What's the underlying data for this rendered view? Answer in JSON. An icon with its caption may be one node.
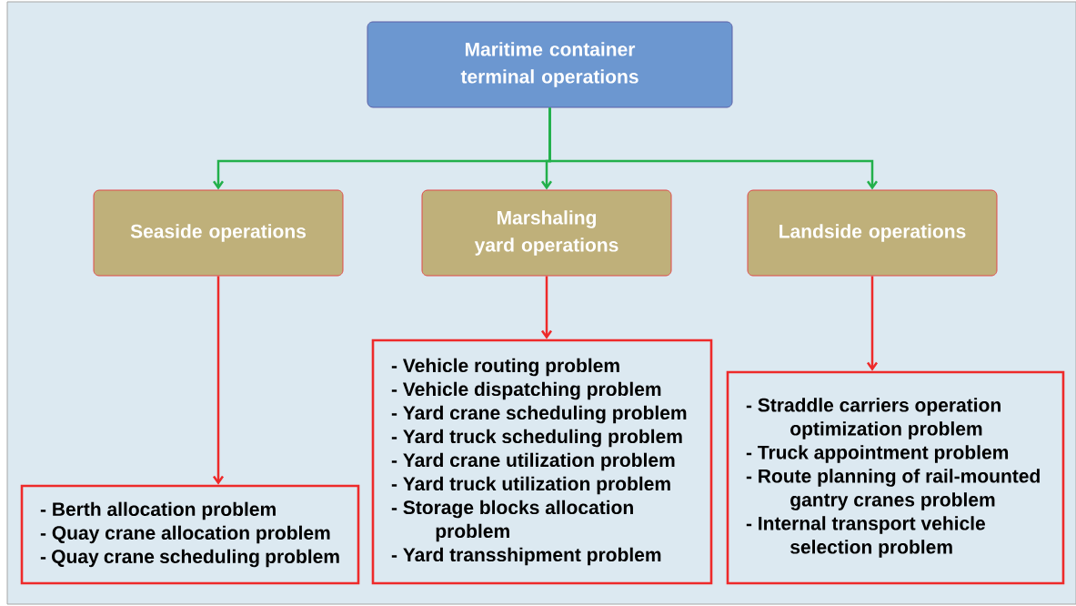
{
  "diagram": {
    "nodes": [
      {
        "text": [
          "Maritime container terminal operations"
        ]
      },
      {
        "text": [
          "Seaside operations"
        ]
      },
      {
        "text": [
          "Marshaling yard operations"
        ]
      },
      {
        "text": [
          "Landside operations"
        ]
      },
      {
        "text": [
          "- Berth allocation problem",
          "- Quay crane allocation problem",
          "- Quay crane scheduling problem"
        ]
      },
      {
        "text": [
          "- Vehicle routing problem",
          "- Vehicle dispatching problem",
          "- Yard crane scheduling problem",
          "- Yard truck scheduling problem",
          "- Yard crane utilization problem",
          "- Yard truck utilization problem",
          "- Storage blocks allocation problem",
          "- Yard transshipment problem"
        ]
      },
      {
        "text": [
          "- Straddle carriers operation optimization problem",
          "- Truck appointment problem",
          "- Route planning of rail-mounted gantry cranes problem",
          "- Internal transport vehicle selection problem"
        ]
      }
    ],
    "edges": [
      {
        "from": 0,
        "to": 1,
        "arrow": "to",
        "color": "#22b04b"
      },
      {
        "from": 0,
        "to": 2,
        "arrow": "to",
        "color": "#22b04b"
      },
      {
        "from": 0,
        "to": 3,
        "arrow": "to",
        "color": "#22b04b"
      },
      {
        "from": 1,
        "to": 4,
        "arrow": "to",
        "color": "#ee2a2a"
      },
      {
        "from": 2,
        "to": 5,
        "arrow": "to",
        "color": "#ee2a2a"
      },
      {
        "from": 3,
        "to": 6,
        "arrow": "to",
        "color": "#ee2a2a"
      }
    ]
  }
}
